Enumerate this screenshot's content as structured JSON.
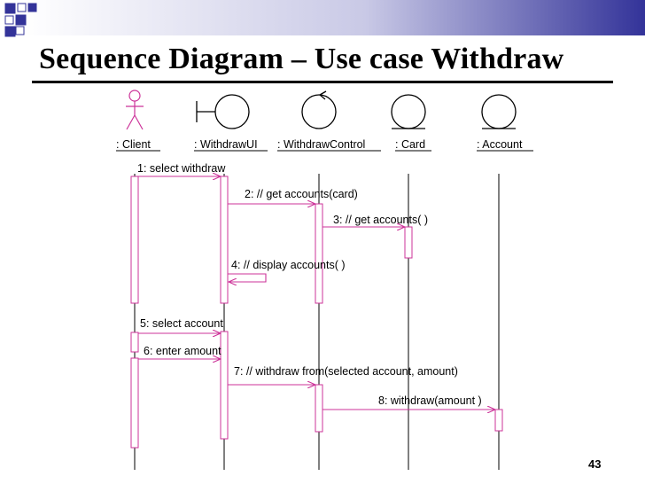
{
  "slide": {
    "title": "Sequence Diagram – Use case Withdraw",
    "page_number": "43"
  },
  "colors": {
    "accent": "#333399",
    "lines": "#cc3399",
    "ink": "#000000"
  },
  "participants": [
    {
      "label": ": Client",
      "icon": "actor-icon"
    },
    {
      "label": ": WithdrawUI",
      "icon": "boundary-icon"
    },
    {
      "label": ": WithdrawControl",
      "icon": "control-icon"
    },
    {
      "label": ": Card",
      "icon": "entity-icon"
    },
    {
      "label": ": Account",
      "icon": "entity-icon"
    }
  ],
  "messages": [
    {
      "label": "1: select withdraw",
      "from": 0,
      "to": 1
    },
    {
      "label": "2: // get accounts(card)",
      "from": 1,
      "to": 2
    },
    {
      "label": "3: // get accounts( )",
      "from": 2,
      "to": 3
    },
    {
      "label": "4: // display accounts( )",
      "from": 1,
      "to": 1
    },
    {
      "label": "5: select account",
      "from": 0,
      "to": 1
    },
    {
      "label": "6: enter amount",
      "from": 0,
      "to": 1
    },
    {
      "label": "7: // withdraw from(selected account, amount)",
      "from": 1,
      "to": 2
    },
    {
      "label": "8: withdraw(amount )",
      "from": 2,
      "to": 4
    }
  ]
}
